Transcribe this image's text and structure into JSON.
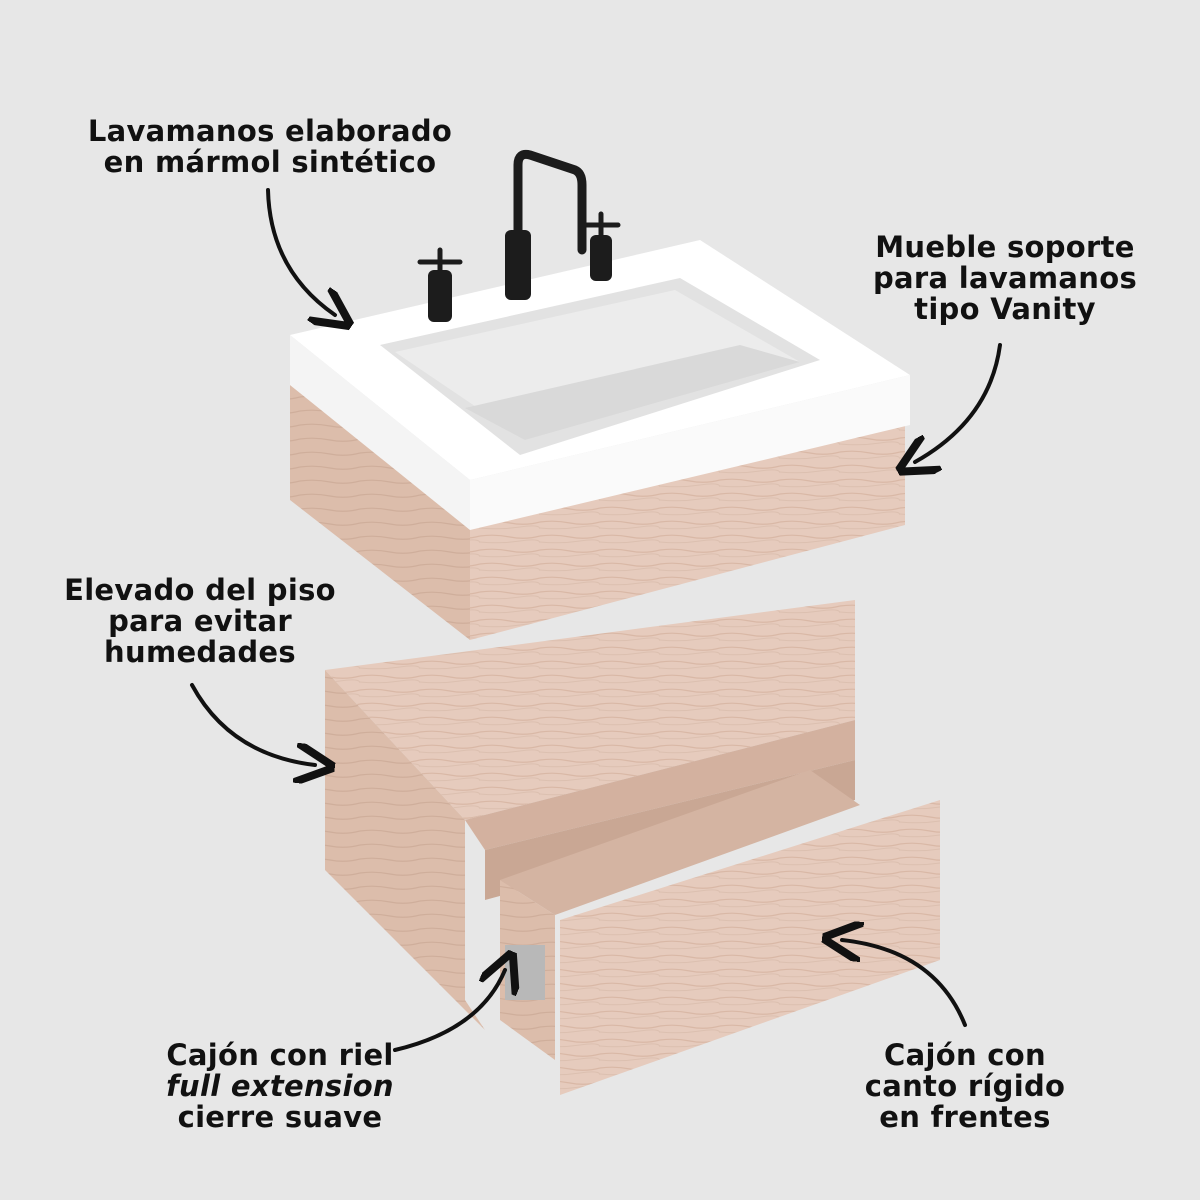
{
  "callouts": {
    "sink": {
      "lines": [
        "Lavamanos elaborado",
        "en mármol sintético"
      ]
    },
    "vanity": {
      "lines": [
        "Mueble soporte",
        "para lavamanos",
        "tipo Vanity"
      ]
    },
    "elevated": {
      "lines": [
        "Elevado del piso",
        "para evitar",
        "humedades"
      ]
    },
    "drawer_rail": {
      "lines": [
        "Cajón con riel",
        "full extension",
        "cierre suave"
      ]
    },
    "drawer_front": {
      "lines": [
        "Cajón con",
        "canto rígido",
        "en frentes"
      ]
    }
  },
  "colors": {
    "background": "#e7e7e7",
    "wood": "#e6cbbd",
    "wood_dark": "#d8b9a8",
    "marble": "#ffffff",
    "faucet": "#1c1c1c"
  }
}
